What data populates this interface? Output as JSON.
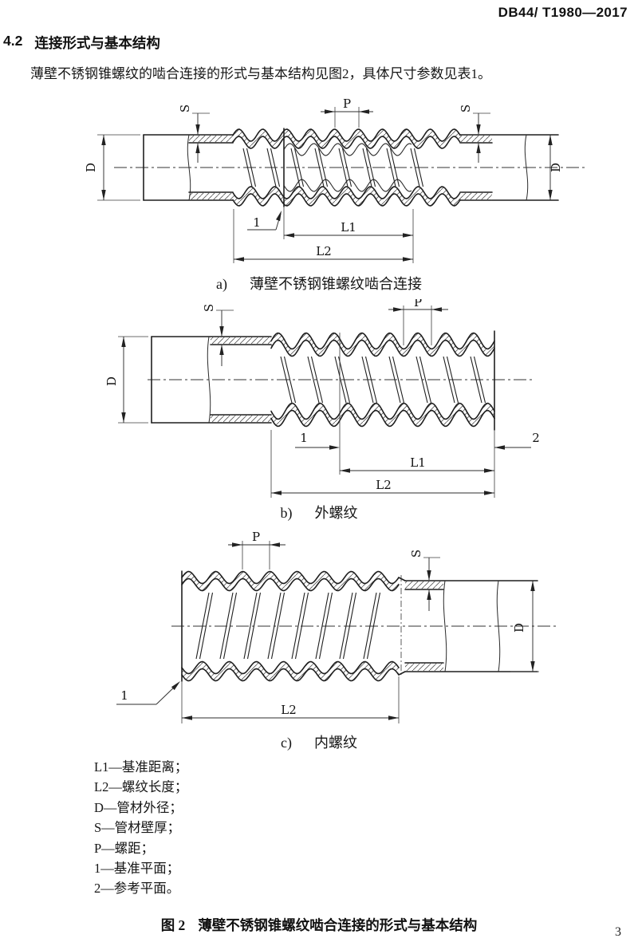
{
  "page": {
    "number": "3"
  },
  "header": {
    "doc_number": "DB44/ T1980—2017"
  },
  "section": {
    "number": "4.2",
    "title": "连接形式与基本结构"
  },
  "paragraph": "薄壁不锈钢锥螺纹的啮合连接的形式与基本结构见图2，具体尺寸参数见表1。",
  "figure": {
    "caption_label": "图 2",
    "caption_text": "薄壁不锈钢锥螺纹啮合连接的形式与基本结构",
    "dims": {
      "D": "D",
      "S": "S",
      "P": "P",
      "L1": "L1",
      "L2": "L2",
      "plane1": "1",
      "plane2": "2"
    },
    "subfigures": [
      {
        "label": "a)",
        "title": "薄壁不锈钢锥螺纹啮合连接"
      },
      {
        "label": "b)",
        "title": "外螺纹"
      },
      {
        "label": "c)",
        "title": "内螺纹"
      }
    ],
    "legend": [
      "L1—基准距离；",
      "L2—螺纹长度；",
      "D—管材外径；",
      "S—管材壁厚；",
      "P—螺距；",
      "1—基准平面；",
      "2—参考平面。"
    ]
  }
}
